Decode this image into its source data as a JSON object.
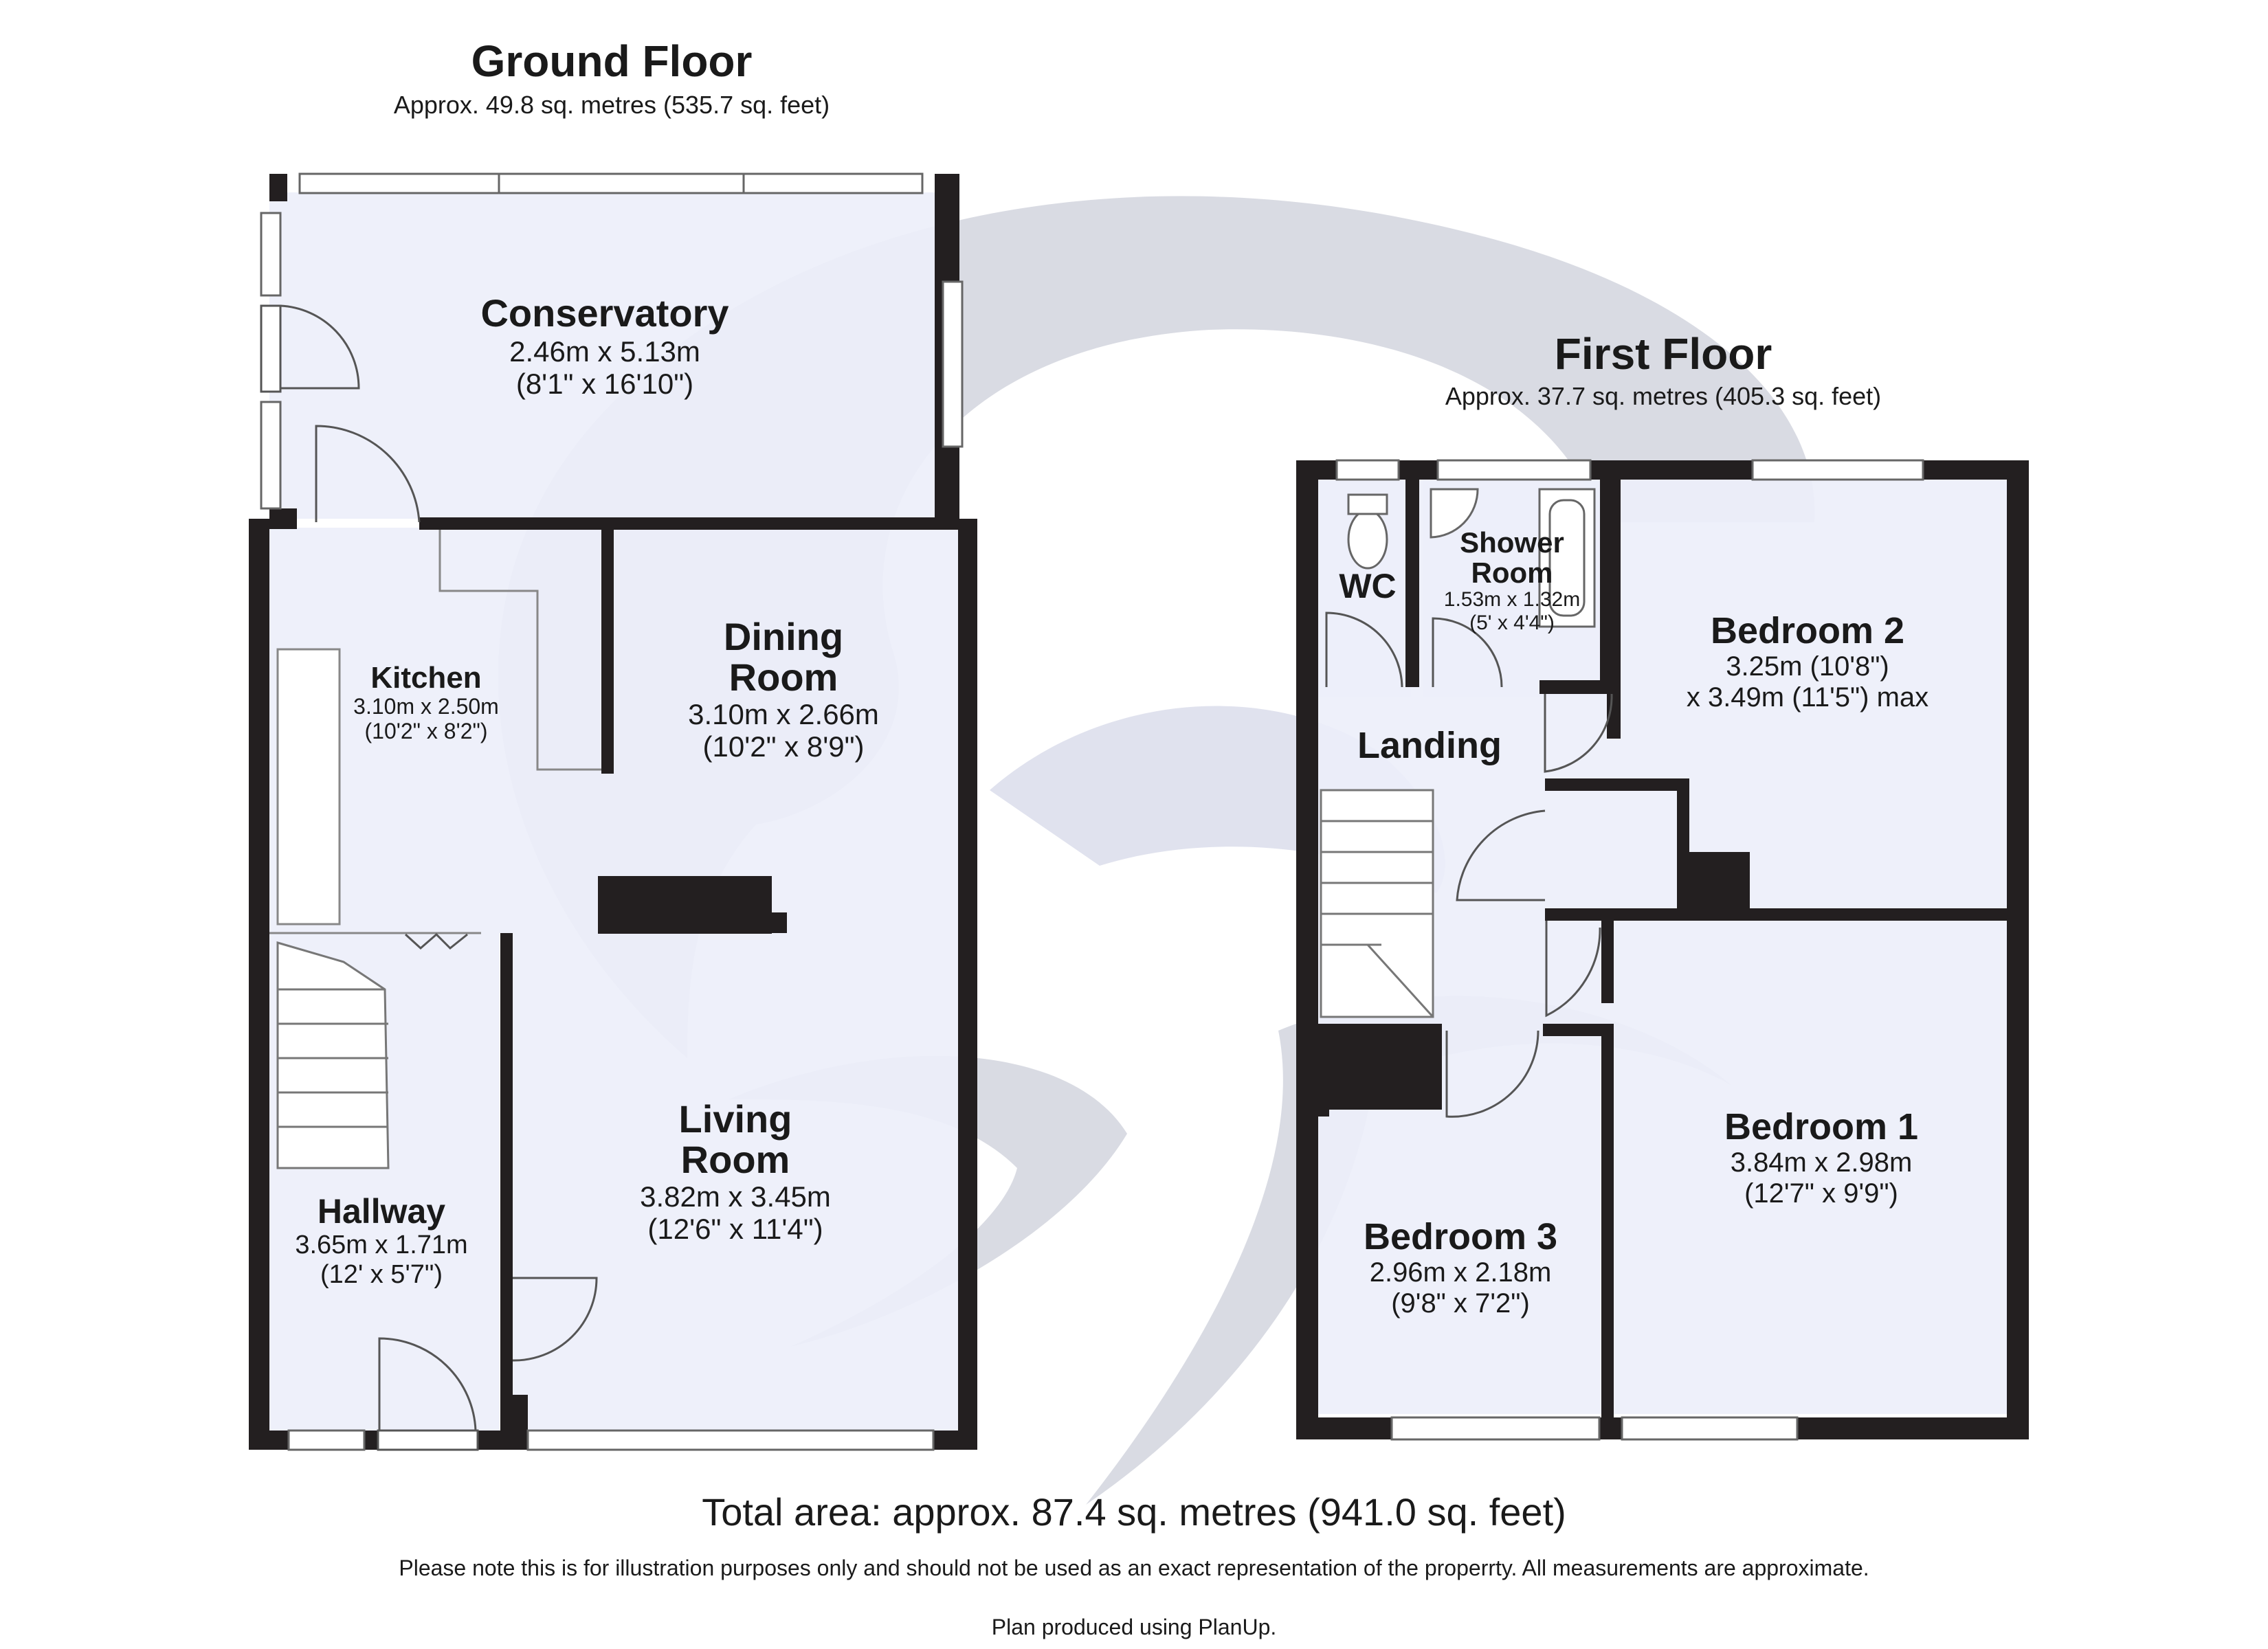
{
  "ground_floor": {
    "title": "Ground Floor",
    "area": "Approx. 49.8 sq. metres (535.7 sq. feet)",
    "rooms": {
      "conservatory": {
        "name": "Conservatory",
        "dim_m": "2.46m x 5.13m",
        "dim_ft": "(8'1\" x 16'10\")"
      },
      "kitchen": {
        "name": "Kitchen",
        "dim_m": "3.10m x 2.50m",
        "dim_ft": "(10'2\" x 8'2\")"
      },
      "dining_room": {
        "name_line1": "Dining",
        "name_line2": "Room",
        "dim_m": "3.10m x 2.66m",
        "dim_ft": "(10'2\" x 8'9\")"
      },
      "living_room": {
        "name_line1": "Living",
        "name_line2": "Room",
        "dim_m": "3.82m x 3.45m",
        "dim_ft": "(12'6\" x 11'4\")"
      },
      "hallway": {
        "name": "Hallway",
        "dim_m": "3.65m x 1.71m",
        "dim_ft": "(12' x 5'7\")"
      }
    }
  },
  "first_floor": {
    "title": "First Floor",
    "area": "Approx. 37.7 sq. metres (405.3 sq. feet)",
    "rooms": {
      "wc": {
        "name": "WC"
      },
      "shower_room": {
        "name_line1": "Shower",
        "name_line2": "Room",
        "dim_m": "1.53m x 1.32m",
        "dim_ft": "(5' x 4'4\")"
      },
      "landing": {
        "name": "Landing"
      },
      "bedroom2": {
        "name": "Bedroom 2",
        "dim_line1": "3.25m (10'8\")",
        "dim_line2": "x 3.49m (11'5\") max"
      },
      "bedroom1": {
        "name": "Bedroom 1",
        "dim_m": "3.84m x 2.98m",
        "dim_ft": "(12'7\" x 9'9\")"
      },
      "bedroom3": {
        "name": "Bedroom 3",
        "dim_m": "2.96m x 2.18m",
        "dim_ft": "(9'8\" x 7'2\")"
      }
    }
  },
  "footer": {
    "total": "Total area: approx. 87.4 sq. metres (941.0 sq. feet)",
    "note": "Please note this is for illustration purposes only and should not be used as an exact representation of the properrty. All measurements are approximate.",
    "credit": "Plan produced using PlanUp."
  },
  "colors": {
    "wall": "#231f20",
    "room_fill": "#eceef9",
    "watermark": "#d9dbe3",
    "watermark_blue": "#cbcfe2"
  }
}
